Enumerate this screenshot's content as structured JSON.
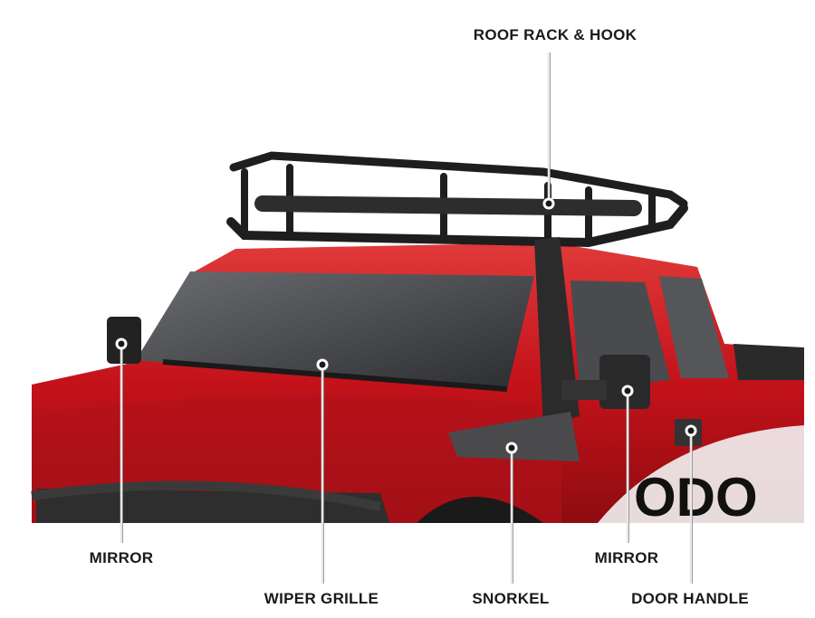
{
  "callouts": {
    "roof_rack": "ROOF RACK & HOOK",
    "mirror_left": "MIRROR",
    "wiper_grille": "WIPER GRILLE",
    "snorkel": "SNORKEL",
    "mirror_right": "MIRROR",
    "door_handle": "DOOR HANDLE"
  },
  "colors": {
    "body": "#c8141c",
    "rack": "#1e1e1e",
    "glass": "#3a3a3c"
  }
}
